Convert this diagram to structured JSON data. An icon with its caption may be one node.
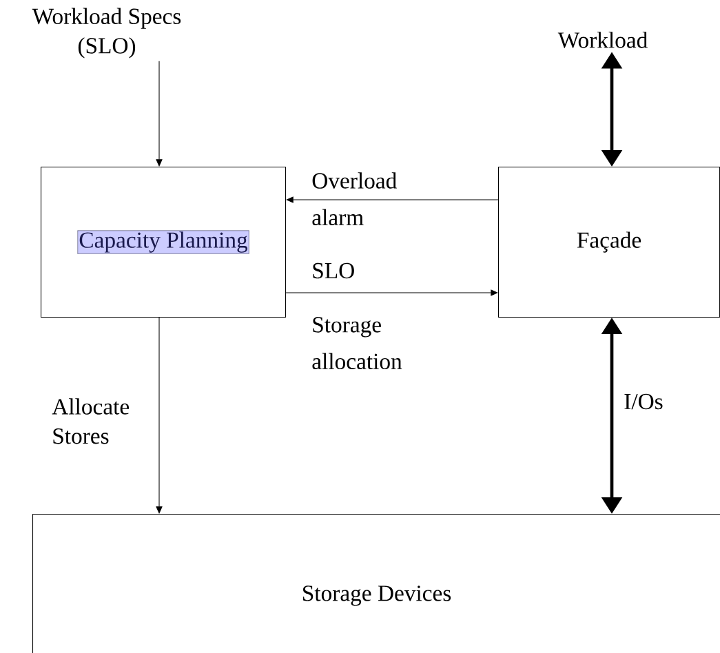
{
  "diagram": {
    "nodes": [
      {
        "text": [
          "Workload Specs (SLO)"
        ]
      },
      {
        "text": [
          "Capacity Planning"
        ]
      },
      {
        "text": [
          "Workload"
        ]
      },
      {
        "text": [
          "Façade"
        ]
      },
      {
        "text": [
          "Storage Devices"
        ]
      }
    ],
    "edges": [
      {
        "from": 0,
        "to": 1,
        "arrow": "to"
      },
      {
        "from": 3,
        "to": 1,
        "arrow": "to",
        "label": "Overload alarm"
      },
      {
        "from": 1,
        "to": 3,
        "arrow": "to",
        "label": "SLO"
      },
      {
        "from": 2,
        "to": 3,
        "arrow": "both",
        "style": "thick"
      },
      {
        "from": 1,
        "to": 4,
        "arrow": "to",
        "label": "Allocate Stores"
      },
      {
        "from": 3,
        "to": 4,
        "arrow": "both",
        "style": "thick",
        "label": "I/Os"
      }
    ],
    "labels": [
      "Storage allocation"
    ]
  }
}
